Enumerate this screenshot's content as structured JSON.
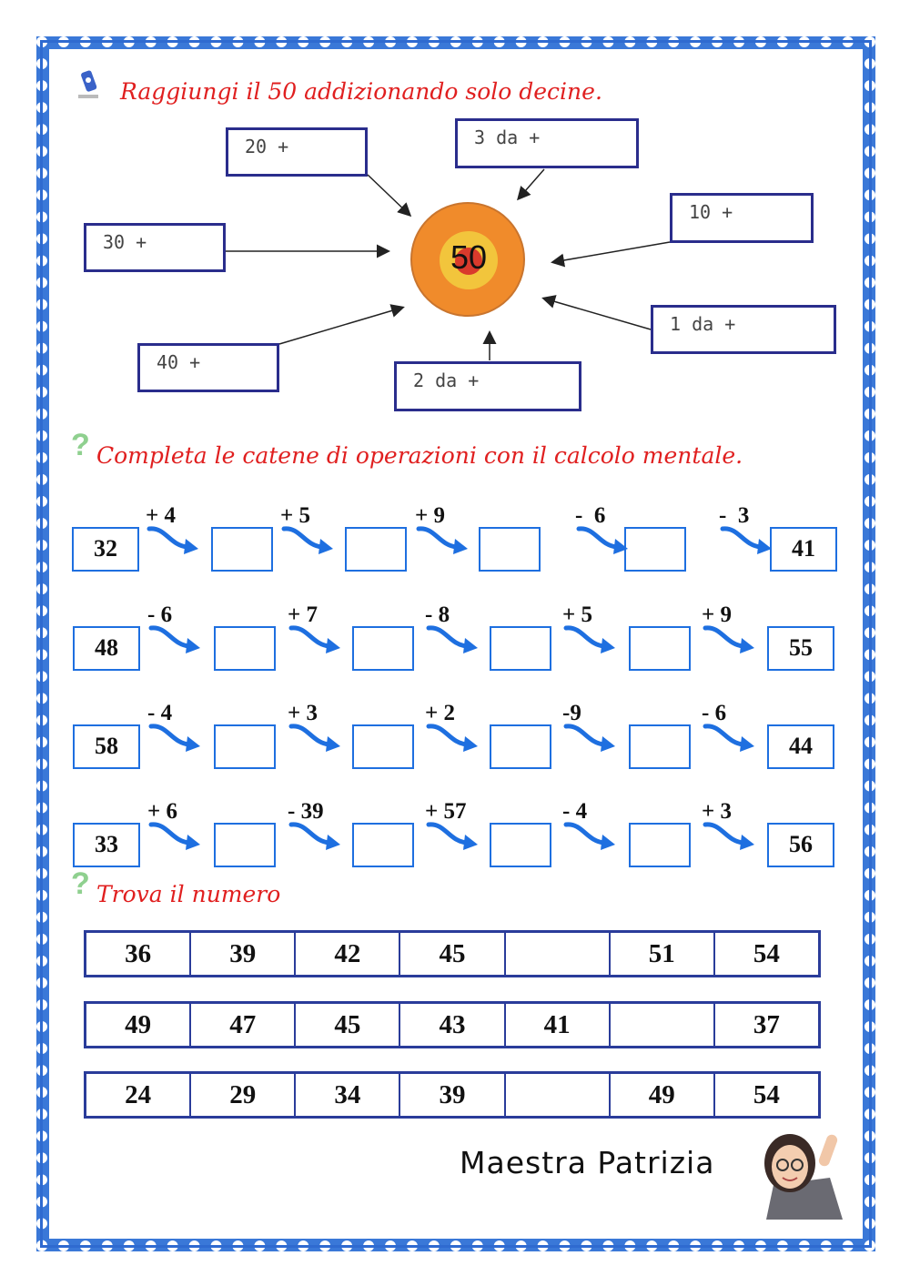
{
  "section1": {
    "title": "Raggiungi il 50 addizionando solo decine.",
    "target": "50",
    "boxes": [
      "20 +",
      "3 da +",
      "30 +",
      "10 +",
      "40 +",
      "2 da +",
      "1 da +"
    ]
  },
  "section2": {
    "title": "Completa le catene di operazioni con il calcolo mentale.",
    "rows": [
      {
        "start": "32",
        "ops": [
          "+ 4",
          "+ 5",
          "+ 9",
          "-  6",
          "-  3"
        ],
        "end": "41"
      },
      {
        "start": "48",
        "ops": [
          "- 6",
          "+ 7",
          "- 8",
          "+ 5",
          "+ 9"
        ],
        "end": "55"
      },
      {
        "start": "58",
        "ops": [
          "- 4",
          "+ 3",
          "+ 2",
          "-9",
          "- 6"
        ],
        "end": "44"
      },
      {
        "start": "33",
        "ops": [
          "+ 6",
          "- 39",
          "+ 57",
          "- 4",
          "+ 3"
        ],
        "end": "56"
      }
    ]
  },
  "section3": {
    "title": "Trova il numero",
    "rows": [
      [
        "36",
        "39",
        "42",
        "45",
        "",
        "51",
        "54"
      ],
      [
        "49",
        "47",
        "45",
        "43",
        "41",
        "",
        "37"
      ],
      [
        "24",
        "29",
        "34",
        "39",
        "",
        "49",
        "54"
      ]
    ]
  },
  "signature": "Maestra Patrizia",
  "colors": {
    "title": "#e01f1f",
    "border": "#3a78d8",
    "arrow": "#1e6fe0",
    "box_border": "#2a2d8c"
  }
}
